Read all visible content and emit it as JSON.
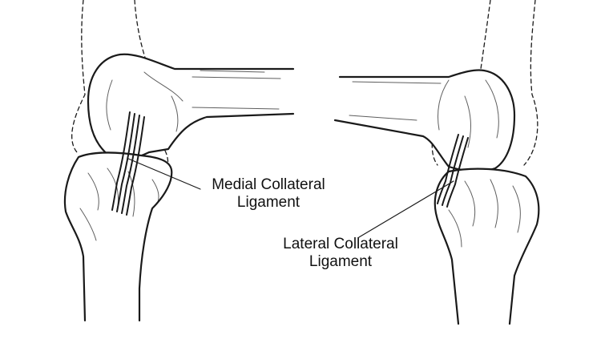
{
  "figure": {
    "labels": {
      "medial": {
        "line1": "Medial Collateral",
        "line2": "Ligament"
      },
      "lateral": {
        "line1": "Lateral Collateral",
        "line2": "Ligament"
      }
    }
  }
}
